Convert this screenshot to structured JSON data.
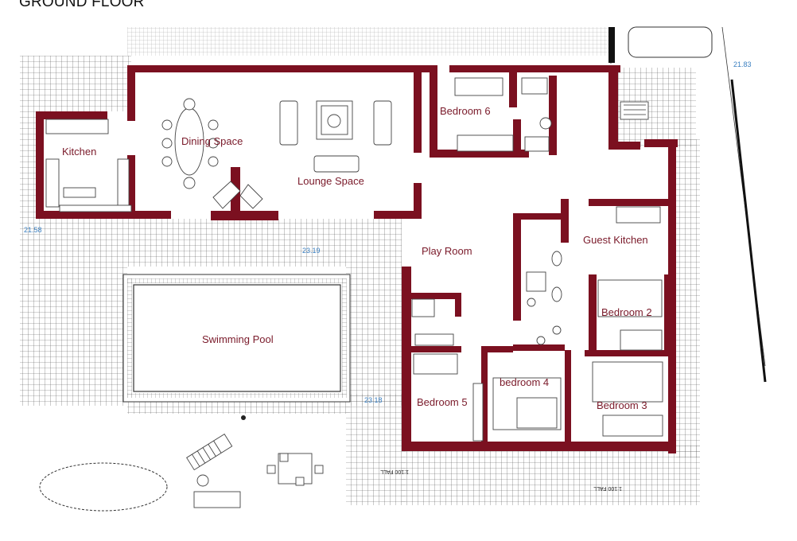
{
  "title": "GROUND FLOOR",
  "rooms": {
    "kitchen": "Kitchen",
    "dining": "Dining Space",
    "lounge": "Lounge Space",
    "bedroom6": "Bedroom 6",
    "playroom": "Play Room",
    "guest_kitchen": "Guest Kitchen",
    "bedroom2": "Bedroom 2",
    "bedroom3": "Bedroom 3",
    "bedroom4": "bedroom 4",
    "bedroom5": "Bedroom 5",
    "pool": "Swimming Pool"
  },
  "levels": {
    "l1": "21.83",
    "l2": "21.58",
    "l3": "23.19",
    "l4": "23.18"
  },
  "notes": {
    "fall1": "1:100 FALL",
    "fall2": "1:100 FALL"
  },
  "colors": {
    "wall": "#7b1020",
    "label": "#7a1a2a",
    "level": "#3a7fc0"
  }
}
